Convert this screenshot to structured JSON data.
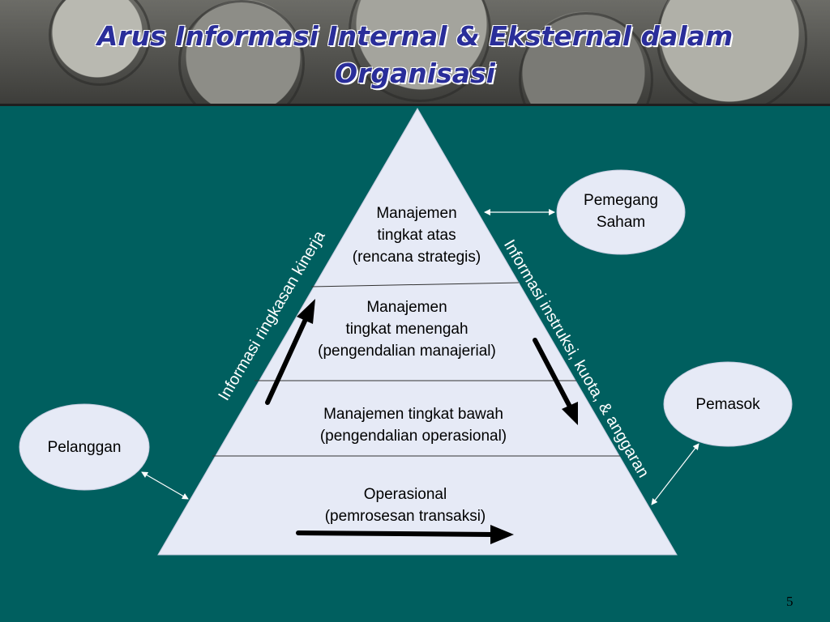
{
  "slide": {
    "title_line1": "Arus Informasi Internal & Eksternal dalam",
    "title_line2": "Organisasi",
    "page_number": "5"
  },
  "pyramid": {
    "levels": [
      {
        "line1": "Manajemen",
        "line2": "tingkat atas",
        "line3": "(rencana strategis)"
      },
      {
        "line1": "Manajemen",
        "line2": "tingkat menengah",
        "line3": "(pengendalian manajerial)"
      },
      {
        "line1": "Manajemen tingkat bawah",
        "line2": "(pengendalian operasional)"
      },
      {
        "line1": "Operasional",
        "line2": "(pemrosesan transaksi)"
      }
    ],
    "upward_flow_label": "Informasi ringkasan kinerja",
    "downward_flow_label": "Informasi instruksi, kuota, & anggaran"
  },
  "external_parties": {
    "shareholders": {
      "line1": "Pemegang",
      "line2": "Saham"
    },
    "supplier": "Pemasok",
    "customer": "Pelanggan"
  },
  "colors": {
    "background": "#005f5f",
    "pyramid_fill": "#e6eaf6",
    "title": "#2a2e9a",
    "flow_text": "#ffffff"
  }
}
